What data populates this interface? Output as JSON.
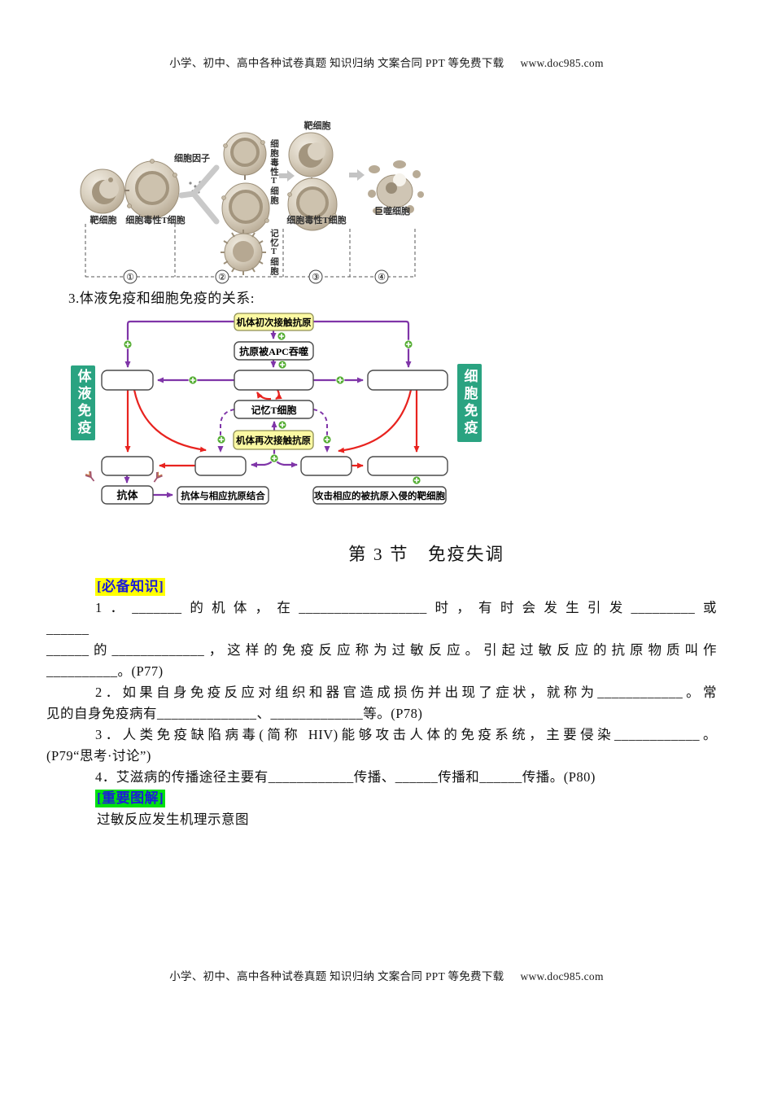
{
  "header": {
    "text": "小学、初中、高中各种试卷真题 知识归纳 文案合同 PPT 等免费下载",
    "site": "www.doc985.com"
  },
  "footer": {
    "text": "小学、初中、高中各种试卷真题 知识归纳 文案合同 PPT 等免费下载",
    "site": "www.doc985.com"
  },
  "cell_figure": {
    "target_cell_left": "靶细胞",
    "ctl_left": "细胞毒性T细胞",
    "cytokine": "细胞因子",
    "ctl_vertical": "细胞毒性T细胞",
    "memory_t_vertical": "记忆T细胞",
    "target_cell_right": "靶细胞",
    "ctl_right": "细胞毒性T细胞",
    "macrophage": "巨噬细胞",
    "step1": "①",
    "step2": "②",
    "step3": "③",
    "step4": "④"
  },
  "relationship_heading": "3.体液免疫和细胞免疫的关系:",
  "flowchart": {
    "first_contact": "机体初次接触抗原",
    "apc_engulf": "抗原被APC吞噬",
    "memory_t": "记忆T细胞",
    "second_contact": "机体再次接触抗原",
    "antibody": "抗体",
    "antibody_binding": "抗体与相应抗原结合",
    "attack_target": "攻击相应的被抗原入侵的靶细胞",
    "humoral": "体液免疫",
    "cellular": "细胞免疫",
    "colors": {
      "arrow_purple": "#7f35a8",
      "arrow_red": "#e8231f",
      "plus_green": "#56ae35",
      "side_label_green": "#2aa381",
      "highlight_yellow": "#fbf9a3"
    }
  },
  "section": {
    "title": "第 3 节　免疫失调"
  },
  "knowledge": {
    "badge": "[必备知识]",
    "lines": [
      "1．_______的机体，在__________________时，有时会发生引发_________或",
      "______",
      "______的_____________，这样的免疫反应称为过敏反应。引起过敏反应的抗原物质叫作",
      "__________。(P77)",
      "2．如果自身免疫反应对组织和器官造成损伤并出现了症状，就称为____________。常",
      "见的自身免疫病有______________、_____________等。(P78)",
      "3．人类免疫缺陷病毒(简称 HIV)能够攻击人体的免疫系统，主要侵染____________。",
      "(P79“思考·讨论”)",
      "4．艾滋病的传播途径主要有____________传播、______传播和______传播。(P80)"
    ]
  },
  "important_diagram": {
    "badge": "[重要图解]",
    "caption": "过敏反应发生机理示意图"
  }
}
